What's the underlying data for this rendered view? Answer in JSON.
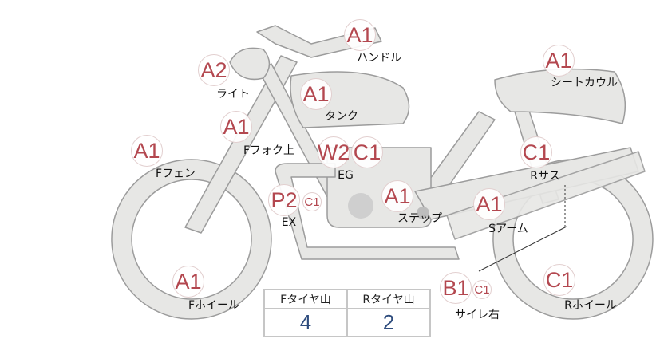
{
  "parts": [
    {
      "code": "A1",
      "label": "ハンドル"
    },
    {
      "code": "A2",
      "label": "ライト"
    },
    {
      "code": "A1",
      "label": "タンク"
    },
    {
      "code": "A1",
      "label": "シートカウル"
    },
    {
      "code": "A1",
      "label": "Fフォク上"
    },
    {
      "code": "A1",
      "label": "Fフェン"
    },
    {
      "code": "W2",
      "code2": "C1",
      "label": "EG"
    },
    {
      "code": "C1",
      "label": "Rサス"
    },
    {
      "code": "P2",
      "code2": "C1",
      "label": "EX"
    },
    {
      "code": "A1",
      "label": "ステップ"
    },
    {
      "code": "A1",
      "label": "Sアーム"
    },
    {
      "code": "A1",
      "label": "Fホイール"
    },
    {
      "code": "B1",
      "code2": "C1",
      "label": "サイレ右"
    },
    {
      "code": "C1",
      "label": "Rホイール"
    }
  ],
  "tread": {
    "front_label": "Fタイヤ山",
    "rear_label": "Rタイヤ山",
    "front_value": "4",
    "rear_value": "2"
  }
}
